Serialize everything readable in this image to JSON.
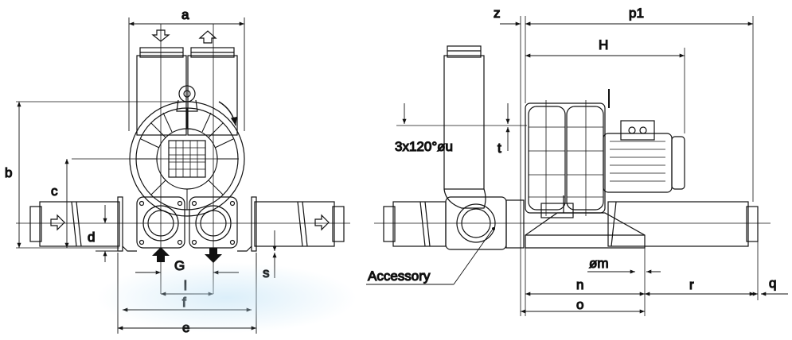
{
  "labels": {
    "a": "a",
    "b": "b",
    "c": "c",
    "d": "d",
    "e": "e",
    "f": "f",
    "G": "G",
    "l": "l",
    "s": "s",
    "z": "z",
    "p1": "p1",
    "H": "H",
    "t": "t",
    "holes": "3x120°øu",
    "accessory": "Accessory",
    "om": "øm",
    "n": "n",
    "o": "o",
    "r": "r",
    "q": "q"
  },
  "colors": {
    "line": "#111111",
    "glow": "#cfe8f7"
  },
  "icons": {
    "flow_in": "arrow-down-outline-icon",
    "flow_out": "arrow-up-outline-icon",
    "rotation": "curved-arrow-icon"
  }
}
